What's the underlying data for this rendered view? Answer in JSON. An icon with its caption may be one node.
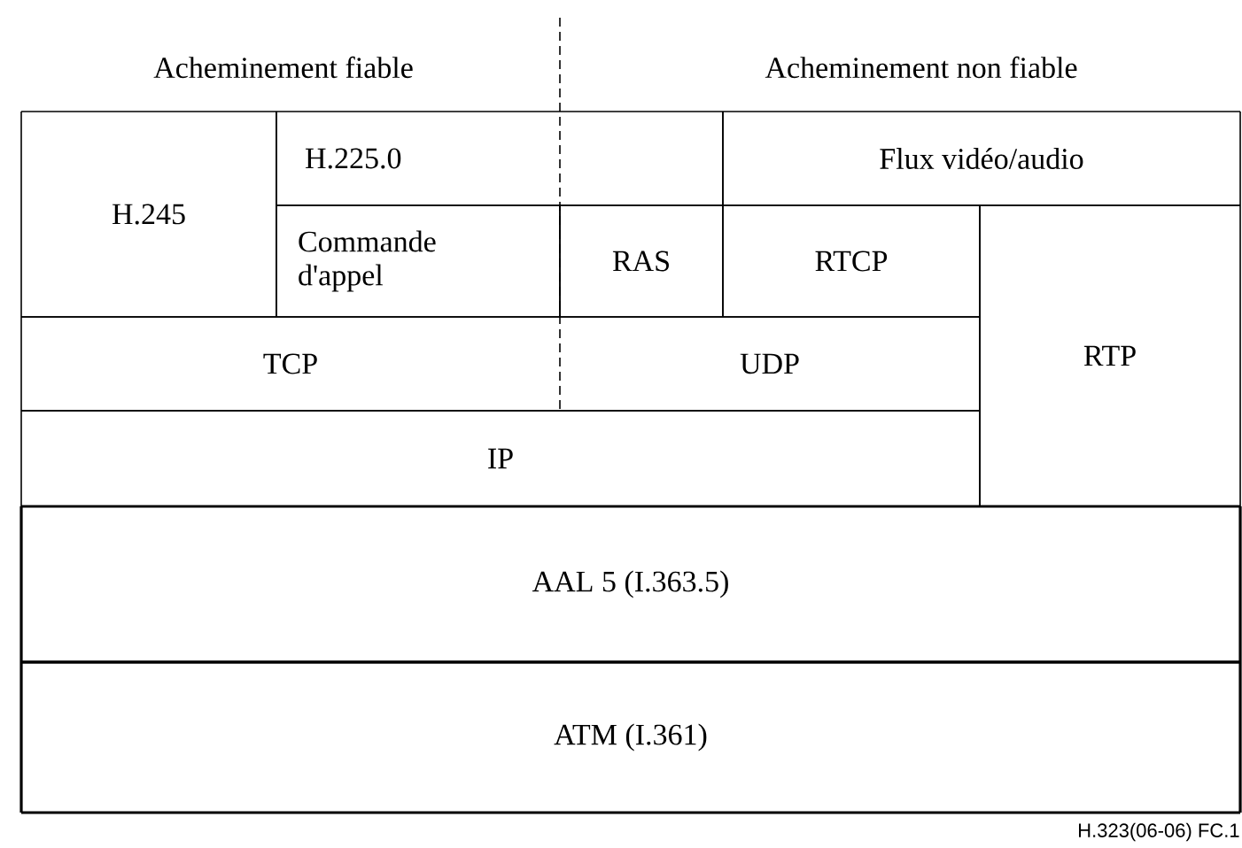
{
  "diagram": {
    "nodes": [
      {
        "text": [
          "H.245"
        ]
      },
      {
        "text": [
          "H.225.0"
        ]
      },
      {
        "text": [
          "Flux vidéo/audio"
        ]
      },
      {
        "text": [
          "Commande d'appel"
        ]
      },
      {
        "text": [
          "RAS"
        ]
      },
      {
        "text": [
          "RTCP"
        ]
      },
      {
        "text": [
          "RTP"
        ]
      },
      {
        "text": [
          "TCP"
        ]
      },
      {
        "text": [
          "UDP"
        ]
      },
      {
        "text": [
          "IP"
        ]
      },
      {
        "text": [
          "AAL 5 (I.363.5)"
        ]
      },
      {
        "text": [
          "ATM (I.361)"
        ]
      }
    ],
    "labels": [
      "Acheminement fiable",
      "Acheminement non fiable",
      "H.323(06-06)  FC.1"
    ]
  }
}
